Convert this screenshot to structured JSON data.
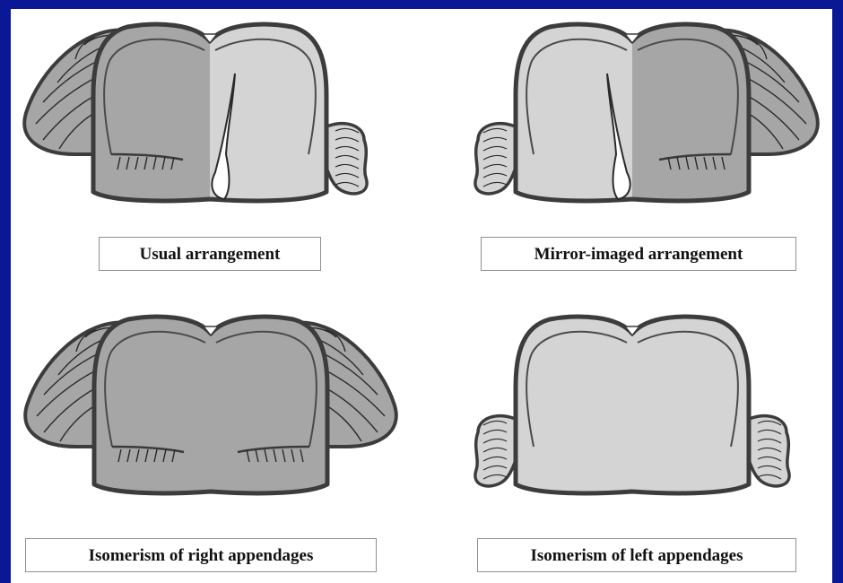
{
  "background_color": "#0a1896",
  "panel_color": "#ffffff",
  "morphology_colors": {
    "right_type": "#a6a6a6",
    "left_type": "#d4d4d4",
    "outline": "#3c3c3c"
  },
  "panels": [
    {
      "caption": "Usual arrangement",
      "left_half": "right_type",
      "right_half": "left_type",
      "left_appendage": "broad-triangular",
      "right_appendage": "narrow-tubular"
    },
    {
      "caption": "Mirror-imaged arrangement",
      "left_half": "left_type",
      "right_half": "right_type",
      "left_appendage": "narrow-tubular",
      "right_appendage": "broad-triangular"
    },
    {
      "caption": "Isomerism of right appendages",
      "left_half": "right_type",
      "right_half": "right_type",
      "left_appendage": "broad-triangular",
      "right_appendage": "broad-triangular"
    },
    {
      "caption": "Isomerism of left appendages",
      "left_half": "left_type",
      "right_half": "left_type",
      "left_appendage": "narrow-tubular",
      "right_appendage": "narrow-tubular"
    }
  ]
}
